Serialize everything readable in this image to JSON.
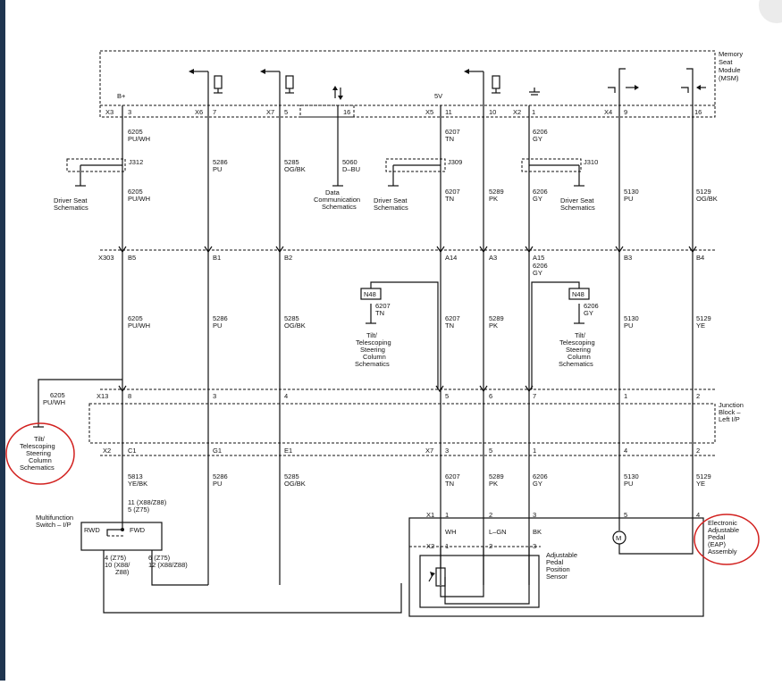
{
  "labels": {
    "memory_seat_module": [
      "Memory",
      "Seat",
      "Module",
      "(MSM)"
    ],
    "junction_block": [
      "Junction",
      "Block –",
      "Left I/P"
    ],
    "eap": [
      "Electronic",
      "Adjustable",
      "Pedal",
      "(EAP)",
      "Assembly"
    ],
    "tilt_left": [
      "Tilt/",
      "Telescoping",
      "Steering",
      "Column",
      "Schematics"
    ],
    "tilt_mid": [
      "Tilt/",
      "Telescoping",
      "Steering",
      "Column",
      "Schematics"
    ],
    "tilt_right": [
      "Tilt/",
      "Telescoping",
      "Steering",
      "Column",
      "Schematics"
    ],
    "driver_seat_1": [
      "Driver Seat",
      "Schematics"
    ],
    "driver_seat_2": [
      "Driver Seat",
      "Schematics"
    ],
    "driver_seat_3": [
      "Driver Seat",
      "Schematics"
    ],
    "data_comm": [
      "Data",
      "Communication",
      "Schematics"
    ],
    "multifunction": [
      "Multifunction",
      "Switch – I/P"
    ],
    "pedal_sensor": [
      "Adjustable",
      "Pedal",
      "Position",
      "Sensor"
    ],
    "rwd": "RWD",
    "fwd": "FWD",
    "b_plus": "B+",
    "five_v": "5V",
    "motor": "M",
    "n48_a": "N48",
    "n48_b": "N48"
  },
  "connectors": {
    "x3": "X3",
    "x6": "X6",
    "x7": "X7",
    "x5": "X5",
    "x2": "X2",
    "x4": "X4",
    "x303": "X303",
    "x13": "X13",
    "x2_jb": "X2",
    "x7_jb": "X7",
    "x1_eap": "X1",
    "x2_eap": "X2",
    "j312": "J312",
    "j309": "J309",
    "j310": "J310"
  },
  "pins": {
    "msm": [
      "3",
      "7",
      "5",
      "16",
      "11",
      "10",
      "1",
      "9",
      "16"
    ],
    "x303": [
      "B5",
      "B1",
      "B2",
      "A14",
      "A3",
      "A15",
      "B3",
      "B4"
    ],
    "x13": [
      "8",
      "3",
      "4",
      "5",
      "6",
      "7",
      "1",
      "2"
    ],
    "x2_jb": [
      "C1",
      "G1",
      "E1"
    ],
    "x7_jb": [
      "3",
      "5",
      "1",
      "4",
      "2"
    ],
    "x1_eap": [
      "1",
      "2",
      "3",
      "5",
      "4"
    ],
    "x2_eap": [
      "1",
      "2",
      "3"
    ],
    "switch_notes": [
      "11 (X88/Z88)",
      "5 (Z75)"
    ],
    "switch_left_notes": [
      "4 (Z75)",
      "10 (X88/",
      "Z88)"
    ],
    "switch_right_notes": [
      "6 (Z75)",
      "12 (X88/Z88)"
    ]
  },
  "wires": {
    "w6205_a": [
      "6205",
      "PU/WH"
    ],
    "w6205_b": [
      "6205",
      "PU/WH"
    ],
    "w6205_c": [
      "6205",
      "PU/WH"
    ],
    "w6205_d": [
      "6205",
      "PU/WH"
    ],
    "w5286_a": [
      "5286",
      "PU"
    ],
    "w5286_b": [
      "5286",
      "PU"
    ],
    "w5286_c": [
      "5286",
      "PU"
    ],
    "w5285_a": [
      "5285",
      "OG/BK"
    ],
    "w5285_b": [
      "5285",
      "OG/BK"
    ],
    "w5285_c": [
      "5285",
      "OG/BK"
    ],
    "w5060": [
      "5060",
      "D–BU"
    ],
    "w6207_a": [
      "6207",
      "TN"
    ],
    "w6207_b": [
      "6207",
      "TN"
    ],
    "w6207_c": [
      "6207",
      "TN"
    ],
    "w6207_d": [
      "6207",
      "TN"
    ],
    "w6207_n48": [
      "6207",
      "TN"
    ],
    "w5289_a": [
      "5289",
      "PK"
    ],
    "w5289_b": [
      "5289",
      "PK"
    ],
    "w5289_c": [
      "5289",
      "PK"
    ],
    "w6206_a": [
      "6206",
      "GY"
    ],
    "w6206_b": [
      "6206",
      "GY"
    ],
    "w6206_c": [
      "6206",
      "GY"
    ],
    "w6206_d": [
      "6206",
      "GY"
    ],
    "w6206_n48": [
      "6206",
      "GY"
    ],
    "w5130_a": [
      "5130",
      "PU"
    ],
    "w5130_b": [
      "5130",
      "PU"
    ],
    "w5130_c": [
      "5130",
      "PU"
    ],
    "w5129_a": [
      "5129",
      "OG/BK"
    ],
    "w5129_b": [
      "5129",
      "YE"
    ],
    "w5129_c": [
      "5129",
      "YE"
    ],
    "w5813": [
      "5813",
      "YE/BK"
    ],
    "eap_colors": [
      "WH",
      "L–GN",
      "BK"
    ]
  }
}
